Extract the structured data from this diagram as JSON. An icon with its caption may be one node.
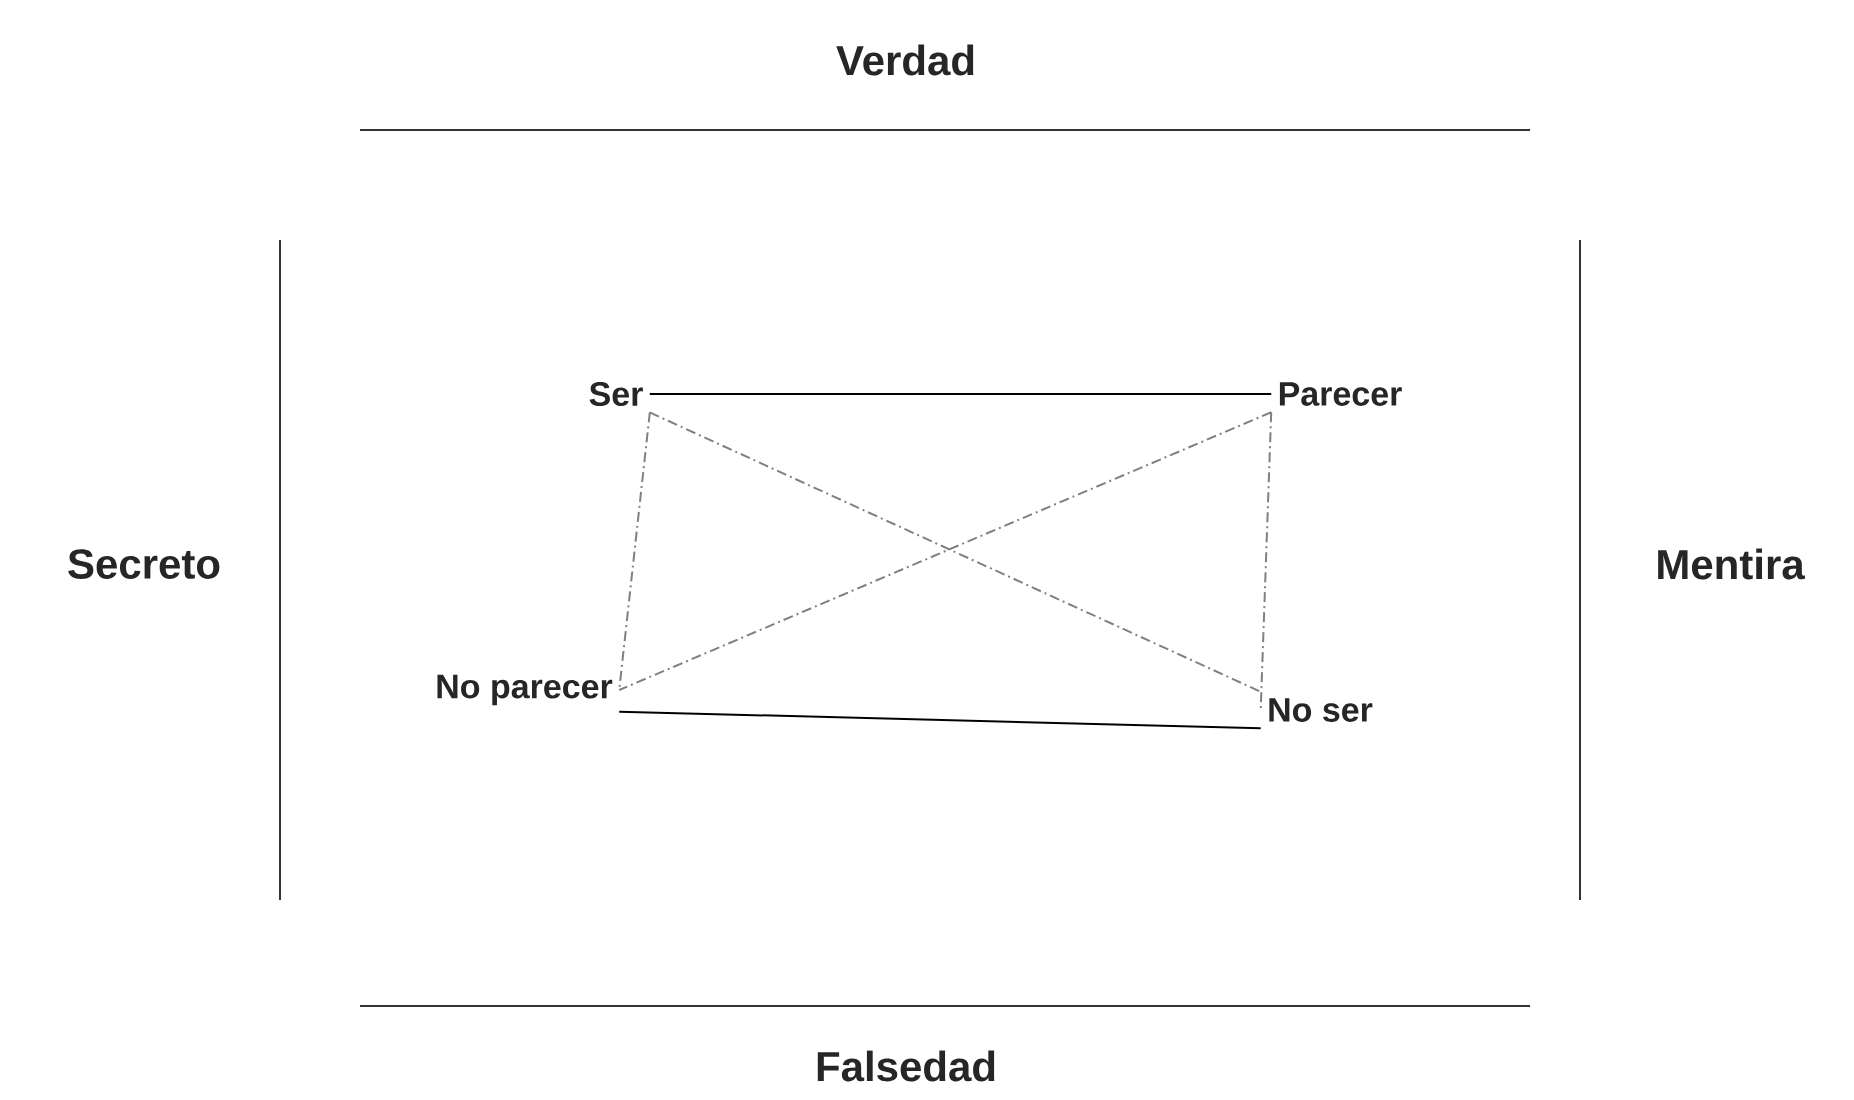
{
  "diagram": {
    "nodes": [
      {
        "text": [
          "Ser"
        ]
      },
      {
        "text": [
          "Parecer"
        ]
      },
      {
        "text": [
          "No parecer"
        ]
      },
      {
        "text": [
          "No ser"
        ]
      }
    ],
    "edges": [
      {
        "from": 0,
        "to": 1,
        "arrow": "none",
        "color": "#000000"
      },
      {
        "from": 0,
        "to": 2,
        "arrow": "none",
        "style": "dashed"
      },
      {
        "from": 1,
        "to": 3,
        "arrow": "none",
        "style": "dashed"
      },
      {
        "from": 0,
        "to": 3,
        "arrow": "none",
        "style": "dashed"
      },
      {
        "from": 1,
        "to": 2,
        "arrow": "none",
        "style": "dashed"
      },
      {
        "from": 2,
        "to": 3,
        "arrow": "none",
        "color": "#000000"
      }
    ],
    "labels": [
      "Verdad",
      "Secreto",
      "Mentira",
      "Falsedad"
    ]
  }
}
